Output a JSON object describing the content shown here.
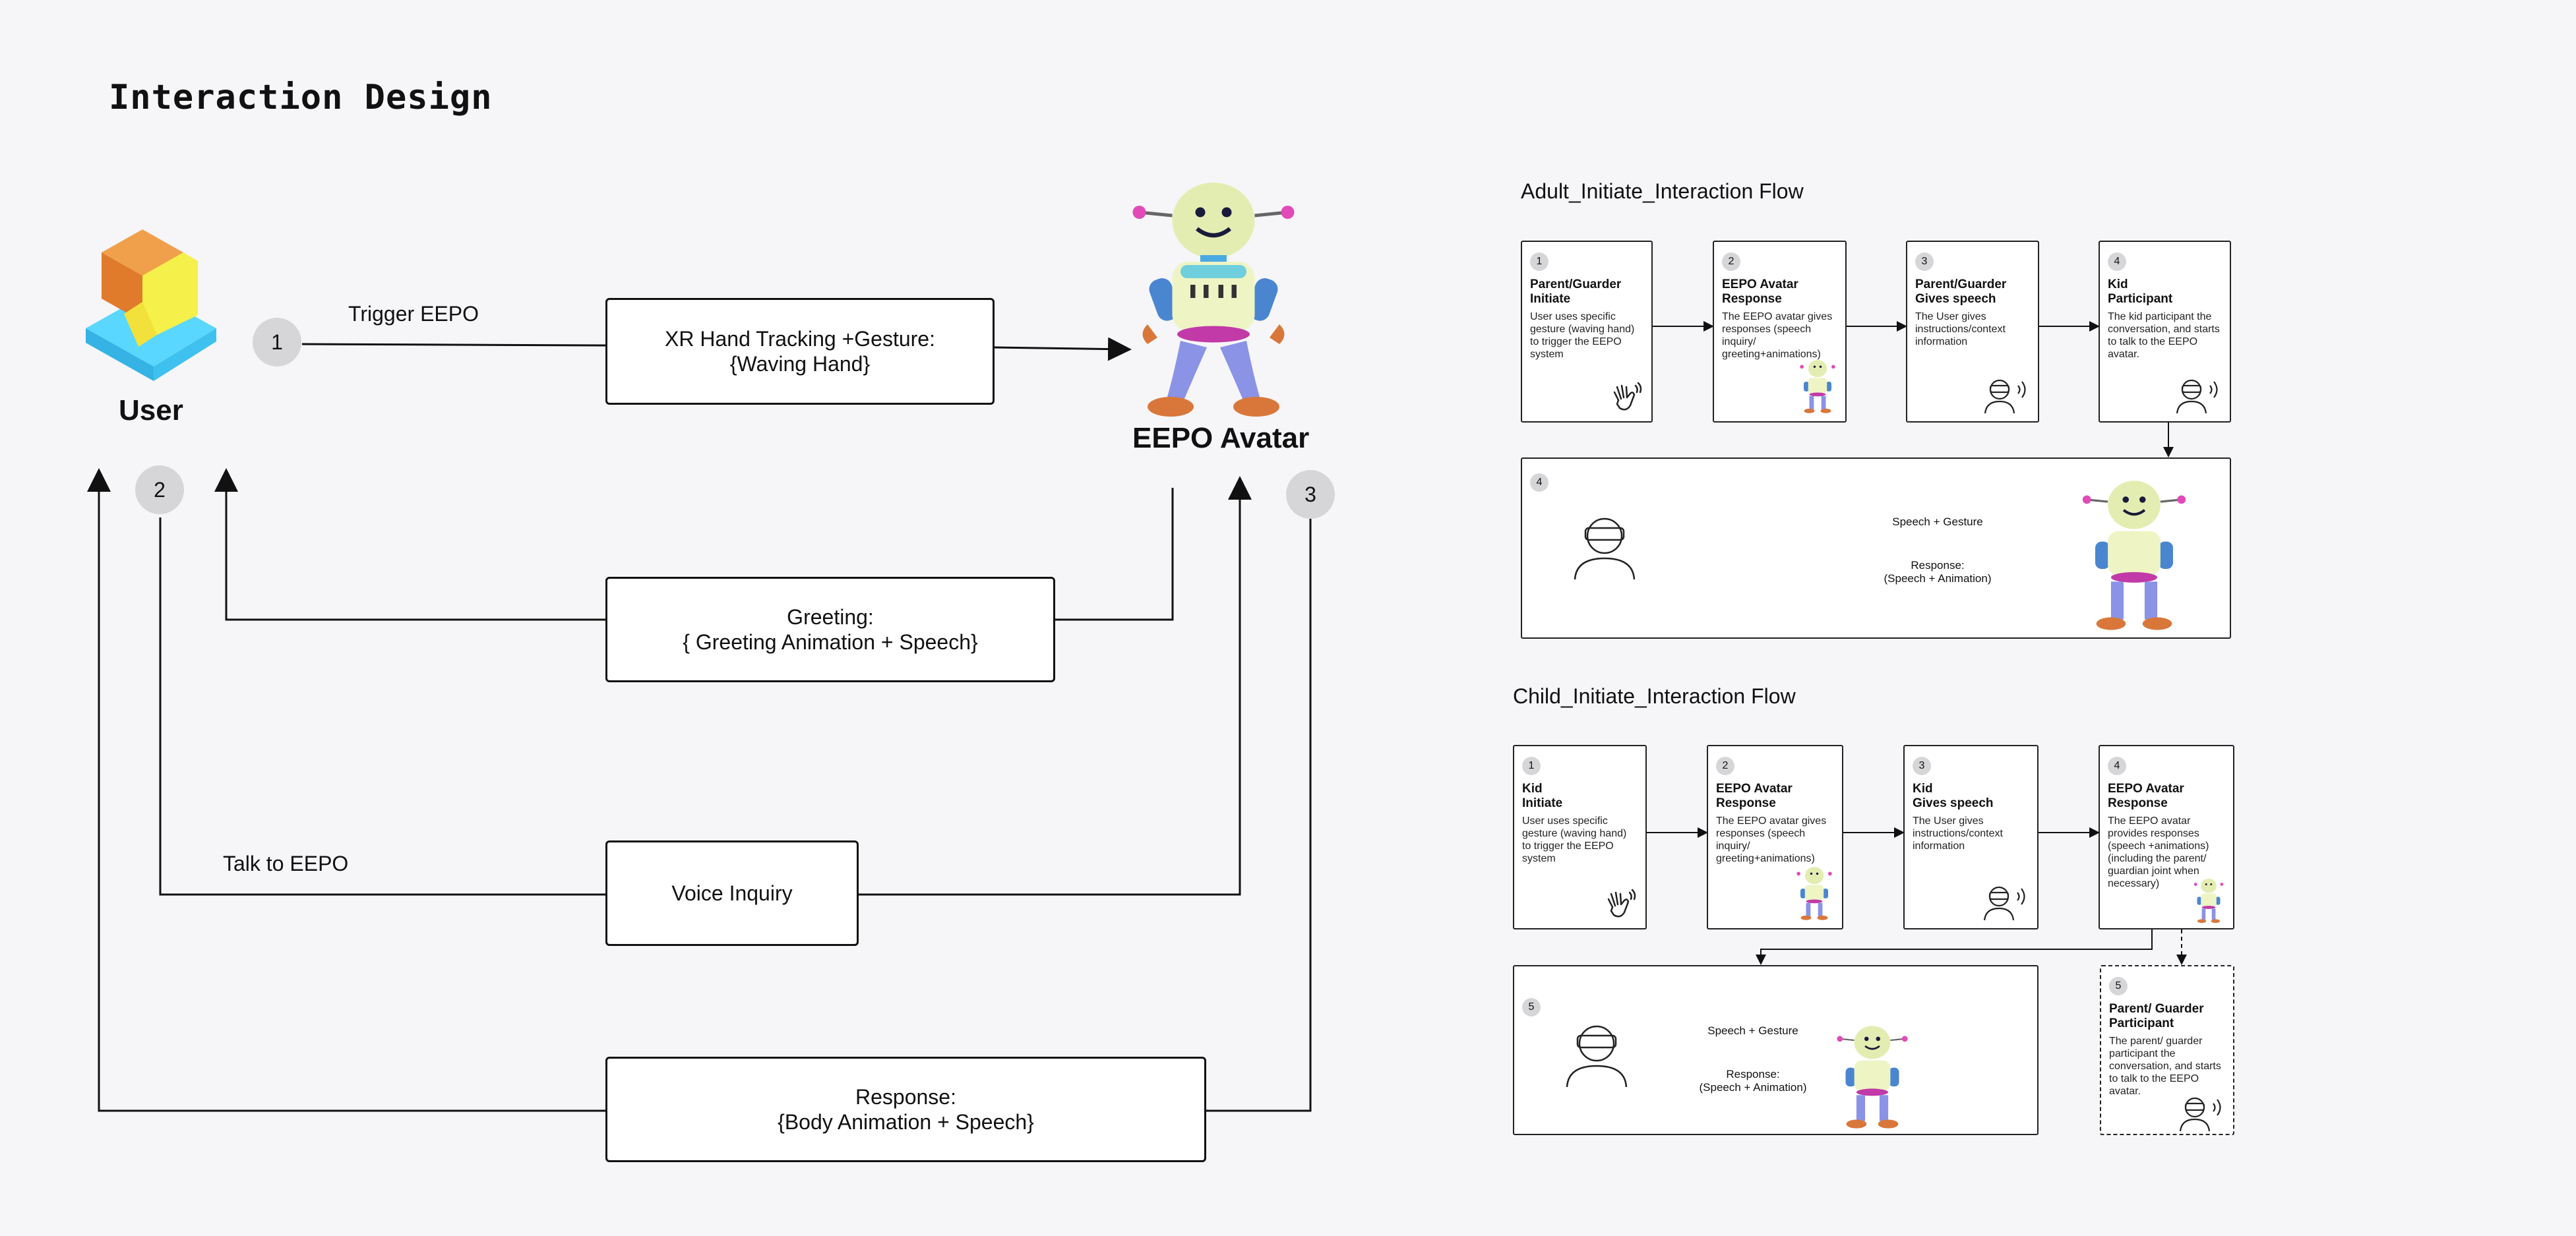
{
  "page": {
    "title": "Interaction Design"
  },
  "left_diagram": {
    "user_label": "User",
    "avatar_label": "EEPO Avatar",
    "steps": [
      {
        "num": "1",
        "label": "Trigger EEPO"
      },
      {
        "num": "2",
        "label": "Talk to EEPO"
      },
      {
        "num": "3",
        "label": ""
      }
    ],
    "boxes": {
      "hand_tracking": "XR Hand Tracking +Gesture:\n{Waving Hand}",
      "greeting": "Greeting:\n{ Greeting Animation + Speech}",
      "voice_inquiry": "Voice Inquiry",
      "response": "Response:\n{Body Animation + Speech}"
    }
  },
  "adult_flow": {
    "title": "Adult_Initiate_Interaction Flow",
    "cards": [
      {
        "num": "1",
        "title": "Parent/Guarder\nInitiate",
        "desc": "User uses specific gesture (waving hand) to trigger the EEPO system",
        "icon": "waving-hand-icon"
      },
      {
        "num": "2",
        "title": "EEPO Avatar\nResponse",
        "desc": "The EEPO avatar gives responses (speech inquiry/ greeting+animations)",
        "icon": "robot-avatar-icon"
      },
      {
        "num": "3",
        "title": "Parent/Guarder\nGives speech",
        "desc": "The User gives instructions/context information",
        "icon": "vr-user-speaking-icon"
      },
      {
        "num": "4",
        "title": "Kid\nParticipant",
        "desc": "The kid participant the conversation, and starts to talk to the EEPO avatar.",
        "icon": "vr-user-speaking-icon"
      }
    ],
    "panel": {
      "num": "4",
      "forward": "Speech + Gesture",
      "back": "Response:\n(Speech + Animation)"
    }
  },
  "child_flow": {
    "title": "Child_Initiate_Interaction Flow",
    "cards": [
      {
        "num": "1",
        "title": "Kid\nInitiate",
        "desc": "User uses specific gesture (waving hand) to trigger the EEPO system",
        "icon": "waving-hand-icon"
      },
      {
        "num": "2",
        "title": "EEPO Avatar\nResponse",
        "desc": "The EEPO avatar gives responses (speech inquiry/ greeting+animations)",
        "icon": "robot-avatar-icon"
      },
      {
        "num": "3",
        "title": "Kid\nGives speech",
        "desc": "The User gives instructions/context information",
        "icon": "vr-user-speaking-icon"
      },
      {
        "num": "4",
        "title": "EEPO Avatar\nResponse",
        "desc": "The EEPO avatar provides responses (speech +animations) (including the parent/ guardian joint when necessary)",
        "icon": "robot-avatar-icon"
      }
    ],
    "panel": {
      "num": "5",
      "forward": "Speech + Gesture",
      "back": "Response:\n(Speech + Animation)"
    },
    "optional_card": {
      "num": "5",
      "title": "Parent/ Guarder\nParticipant",
      "desc": "The parent/ guarder participant the conversation, and starts to talk to the EEPO avatar.",
      "icon": "vr-user-speaking-icon"
    }
  }
}
